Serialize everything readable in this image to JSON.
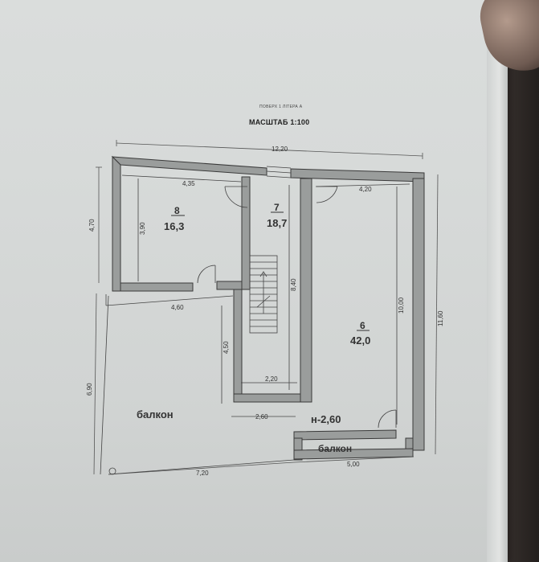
{
  "document": {
    "header_small": "ПОВЕРХ 1 ЛІТЕРА А",
    "scale_label": "МАСШТАБ 1:100"
  },
  "dimensions": {
    "top_width": "12,20",
    "left_upper": "4,70",
    "left_lower": "6,90",
    "right_total": "11,60",
    "room8_width": "4,35",
    "room8_height": "3,90",
    "room6_width": "4,20",
    "room6_height": "10,00",
    "corridor_height": "8,40",
    "corridor_width": "2,20",
    "balcony_width": "4,60",
    "balcony_height": "4,50",
    "inner_span": "2,60",
    "bottom_left": "7,20",
    "bottom_right": "5,00"
  },
  "rooms": [
    {
      "number": "8",
      "area": "16,3"
    },
    {
      "number": "7",
      "area": "18,7"
    },
    {
      "number": "6",
      "area": "42,0"
    }
  ],
  "labels": {
    "balcony_large": "балкон",
    "balcony_small": "балкон",
    "level_mark": "н-2,60"
  }
}
